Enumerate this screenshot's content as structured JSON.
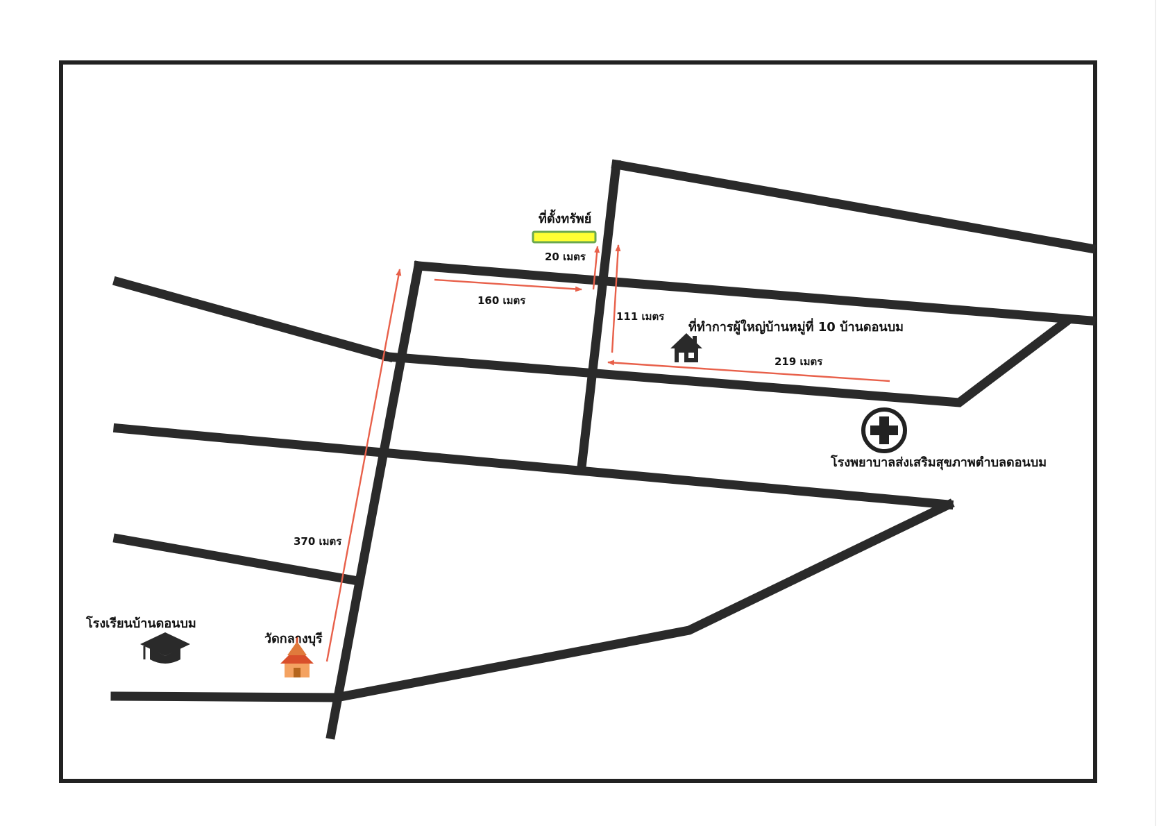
{
  "labels": {
    "property": "ที่ตั้งทรัพย์",
    "dist_20": "20 เมตร",
    "dist_160": "160 เมตร",
    "dist_111": "111 เมตร",
    "dist_219": "219 เมตร",
    "dist_370": "370 เมตร",
    "headman_office": "ที่ทำการผู้ใหญ่บ้านหมู่ที่ 10 บ้านดอนบม",
    "hospital": "โรงพยาบาลส่งเสริมสุขภาพตำบลดอนบม",
    "school": "โรงเรียนบ้านดอนบม",
    "temple": "วัดกลางบุรี"
  },
  "icons": {
    "property_marker": "property-marker-icon",
    "house": "house-icon",
    "hospital": "hospital-cross-icon",
    "school": "graduation-cap-icon",
    "temple": "temple-icon"
  },
  "colors": {
    "road": "#2a2a2a",
    "route": "#e8604a",
    "property_fill": "#ffff33",
    "property_border": "#6aa84f",
    "temple_main": "#f4a261",
    "temple_roof": "#d94f2b"
  }
}
